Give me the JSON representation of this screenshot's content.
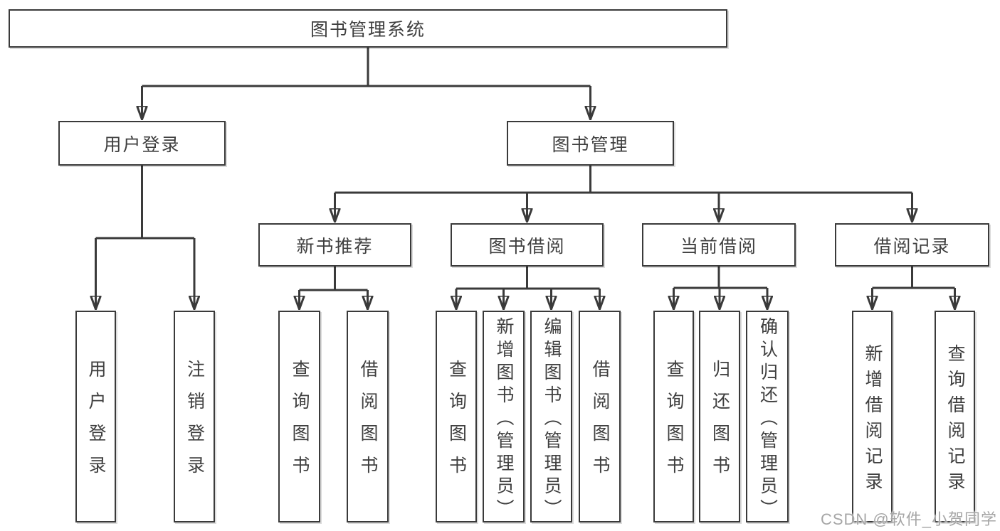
{
  "colors": {
    "line": "#3a3a3a",
    "text": "#3f3f3f",
    "box_background": "#ffffff",
    "watermark": "#a6a6a6"
  },
  "watermark": "CSDN @软件_小贺同学",
  "diagram": {
    "root": "图书管理系统",
    "children": [
      {
        "label": "用户登录",
        "children": [
          "用户登录",
          "注销登录"
        ]
      },
      {
        "label": "图书管理",
        "children": [
          {
            "label": "新书推荐",
            "children": [
              "查询图书",
              "借阅图书"
            ]
          },
          {
            "label": "图书借阅",
            "children": [
              "查询图书",
              "新增图书（管理员）",
              "编辑图书（管理员）",
              "借阅图书"
            ]
          },
          {
            "label": "当前借阅",
            "children": [
              "查询图书",
              "归还图书",
              "确认归还（管理员）"
            ]
          },
          {
            "label": "借阅记录",
            "children": [
              "新增借阅记录",
              "查询借阅记录"
            ]
          }
        ]
      }
    ]
  }
}
